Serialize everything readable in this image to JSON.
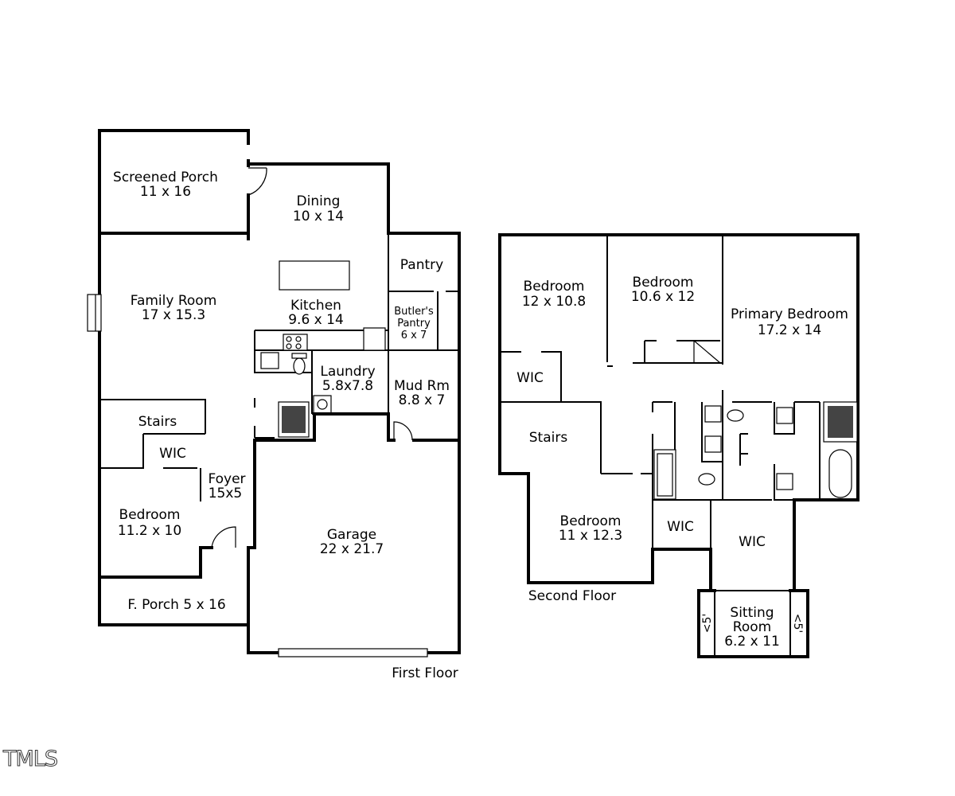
{
  "watermark": "TMLS",
  "first_floor": {
    "caption": "First Floor",
    "rooms": {
      "screened_porch": {
        "name": "Screened Porch",
        "dims": "11 x 16"
      },
      "dining": {
        "name": "Dining",
        "dims": "10 x 14"
      },
      "pantry": {
        "name": "Pantry"
      },
      "family_room": {
        "name": "Family Room",
        "dims": "17 x 15.3"
      },
      "kitchen": {
        "name": "Kitchen",
        "dims": "9.6 x 14"
      },
      "butlers_pantry": {
        "name1": "Butler's",
        "name2": "Pantry",
        "dims": "6 x 7"
      },
      "laundry": {
        "name": "Laundry",
        "dims": "5.8x7.8"
      },
      "mud_room": {
        "name": "Mud Rm",
        "dims": "8.8 x 7"
      },
      "stairs": {
        "name": "Stairs"
      },
      "wic": {
        "name": "WIC"
      },
      "foyer": {
        "name": "Foyer",
        "dims": "15x5"
      },
      "bedroom": {
        "name": "Bedroom",
        "dims": "11.2 x 10"
      },
      "garage": {
        "name": "Garage",
        "dims": "22 x 21.7"
      },
      "front_porch": {
        "name": "F. Porch 5 x 16"
      }
    }
  },
  "second_floor": {
    "caption": "Second Floor",
    "rooms": {
      "bedroom_a": {
        "name": "Bedroom",
        "dims": "12 x 10.8"
      },
      "bedroom_b": {
        "name": "Bedroom",
        "dims": "10.6 x 12"
      },
      "primary_bedroom": {
        "name": "Primary Bedroom",
        "dims": "17.2 x 14"
      },
      "wic_a": {
        "name": "WIC"
      },
      "stairs": {
        "name": "Stairs"
      },
      "bedroom_c": {
        "name": "Bedroom",
        "dims": "11 x 12.3"
      },
      "wic_b": {
        "name": "WIC"
      },
      "wic_c": {
        "name": "WIC"
      },
      "sitting_room": {
        "name1": "Sitting",
        "name2": "Room",
        "dims": "6.2 x 11"
      },
      "low_ceiling_left": {
        "note": "<5'"
      },
      "low_ceiling_right": {
        "note": "<5'"
      }
    }
  }
}
